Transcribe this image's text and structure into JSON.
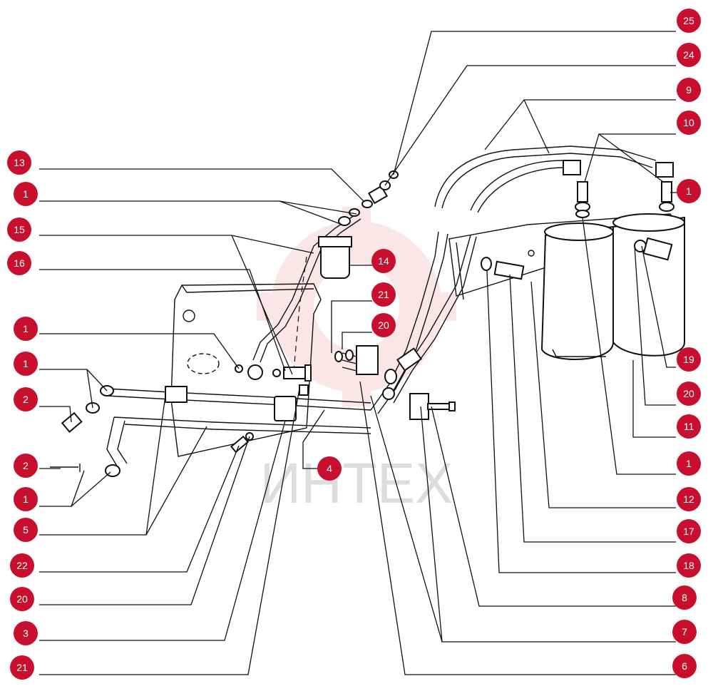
{
  "watermark": {
    "text": "ИНТЕХ",
    "color": "#f2b8b8"
  },
  "marker_color": "#c8102e",
  "callouts_left": [
    {
      "id": "13"
    },
    {
      "id": "1"
    },
    {
      "id": "15"
    },
    {
      "id": "16"
    },
    {
      "id": "1"
    },
    {
      "id": "1"
    },
    {
      "id": "2"
    },
    {
      "id": "2"
    },
    {
      "id": "1"
    },
    {
      "id": "5"
    },
    {
      "id": "22"
    },
    {
      "id": "20"
    },
    {
      "id": "3"
    },
    {
      "id": "21"
    }
  ],
  "callouts_center": [
    {
      "id": "14"
    },
    {
      "id": "21"
    },
    {
      "id": "20"
    },
    {
      "id": "4"
    }
  ],
  "callouts_right": [
    {
      "id": "25"
    },
    {
      "id": "24"
    },
    {
      "id": "9"
    },
    {
      "id": "10"
    },
    {
      "id": "1"
    },
    {
      "id": "19"
    },
    {
      "id": "20"
    },
    {
      "id": "11"
    },
    {
      "id": "1"
    },
    {
      "id": "12"
    },
    {
      "id": "17"
    },
    {
      "id": "18"
    },
    {
      "id": "8"
    },
    {
      "id": "7"
    },
    {
      "id": "6"
    }
  ]
}
